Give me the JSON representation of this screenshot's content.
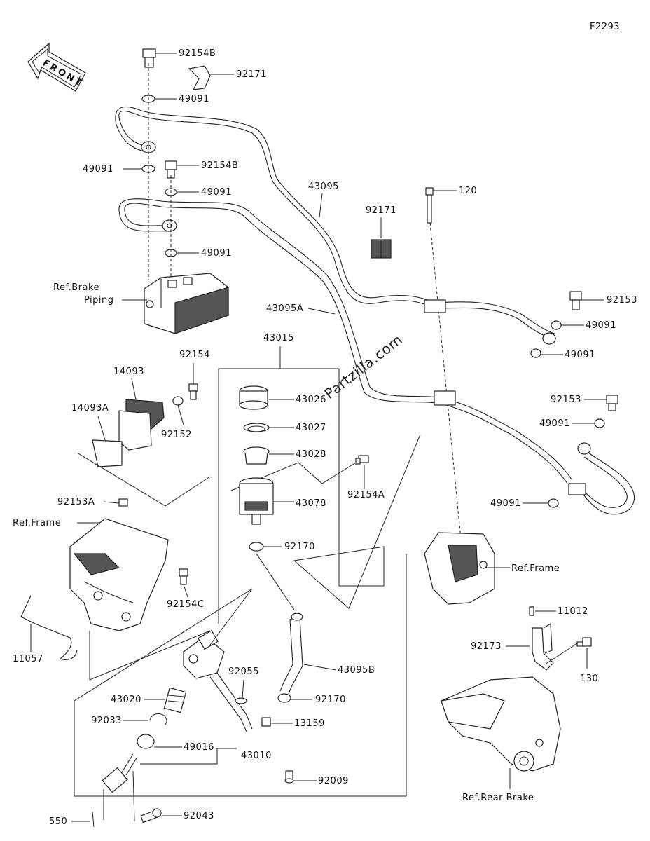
{
  "figure_code": "F2293",
  "front_label": "FRONT",
  "watermark": "Partzilla.com",
  "labels": {
    "p92154B_top": "92154B",
    "p92171_top": "92171",
    "p49091_a": "49091",
    "p49091_b": "49091",
    "p92154B_mid": "92154B",
    "p49091_c": "49091",
    "p49091_d": "49091",
    "p43095": "43095",
    "p92171_mid": "92171",
    "p120": "120",
    "ref_brake_piping_1": "Ref.Brake",
    "ref_brake_piping_2": "Piping",
    "p43095A": "43095A",
    "p92153_a": "92153",
    "p49091_e": "49091",
    "p49091_f": "49091",
    "p43015": "43015",
    "p92154": "92154",
    "p14093": "14093",
    "p14093A": "14093A",
    "p92152": "92152",
    "p43026": "43026",
    "p43027": "43027",
    "p43028": "43028",
    "p92154A": "92154A",
    "p92153_b": "92153",
    "p49091_g": "49091",
    "p49091_h": "49091",
    "p43078": "43078",
    "p92153A": "92153A",
    "ref_frame_left": "Ref.Frame",
    "p92170_a": "92170",
    "ref_frame_right": "Ref.Frame",
    "p92154C": "92154C",
    "p11012": "11012",
    "p11057": "11057",
    "p92173": "92173",
    "p130": "130",
    "p92055": "92055",
    "p43095B": "43095B",
    "p43020": "43020",
    "p92170_b": "92170",
    "p92033": "92033",
    "p13159": "13159",
    "p49016": "49016",
    "p43010": "43010",
    "p92009": "92009",
    "ref_rear_brake": "Ref.Rear Brake",
    "p550": "550",
    "p92043": "92043"
  }
}
